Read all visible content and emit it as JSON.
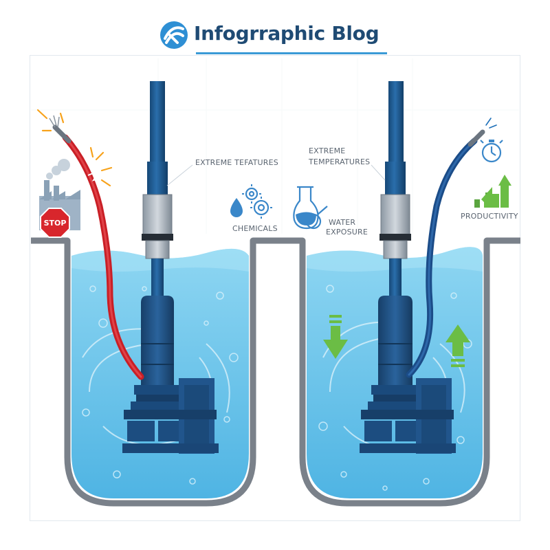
{
  "header": {
    "title": "Infogrraphic Blog"
  },
  "left_panel": {
    "stop_sign": "STOP",
    "temp_label": "EXTREME TEFATURES",
    "chemicals_label": "CHEMICALS"
  },
  "right_panel": {
    "temp_label_line1": "EXTREME",
    "temp_label_line2": "TEMPERATURES",
    "water_label_line1": "WATER",
    "water_label_line2": "EXPOSURE",
    "productivity_label": "PRODUCTIVITY"
  },
  "colors": {
    "brand": "#1f4b74",
    "accent": "#3a9ad6",
    "water": "#6cc4e9",
    "pipe": "#1b5387",
    "cable_fail": "#d8242b",
    "cable_ok": "#1d4f8d",
    "arrow_green": "#6bbd45"
  },
  "icons": [
    "logo-icon",
    "factory-icon",
    "stop-sign-icon",
    "spark-icon",
    "chemicals-icon",
    "flask-icon",
    "stopwatch-icon",
    "productivity-chart-icon",
    "down-arrow-icon",
    "up-arrow-icon"
  ]
}
